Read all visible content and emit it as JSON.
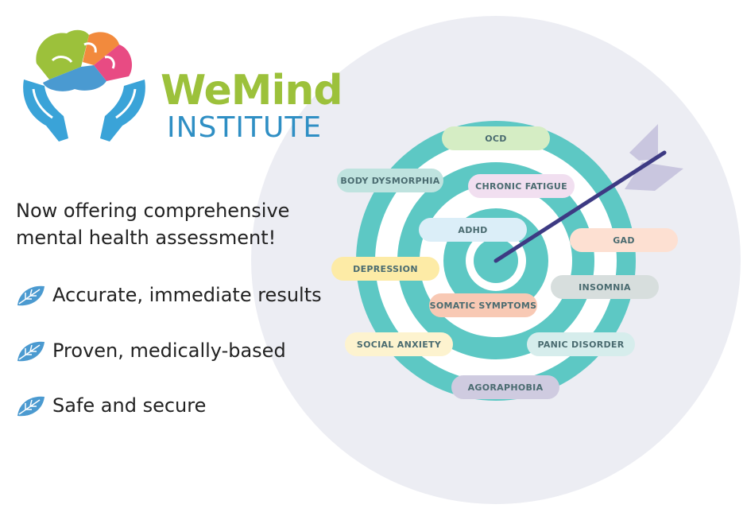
{
  "logo": {
    "name": "WeMind",
    "subtitle": "INSTITUTE"
  },
  "headline": "Now offering comprehensive mental health assessment!",
  "features": [
    {
      "icon": "leaf-icon",
      "text": "Accurate, immediate results"
    },
    {
      "icon": "leaf-icon",
      "text": "Proven, medically-based"
    },
    {
      "icon": "leaf-icon",
      "text": "Safe and secure"
    }
  ],
  "conditions": [
    {
      "label": "OCD",
      "color": "#d5edc4"
    },
    {
      "label": "BODY DYSMORPHIA",
      "color": "#bfe3df"
    },
    {
      "label": "CHRONIC FATIGUE",
      "color": "#f1dff0"
    },
    {
      "label": "ADHD",
      "color": "#dbeef8"
    },
    {
      "label": "GAD",
      "color": "#fde0d2"
    },
    {
      "label": "DEPRESSION",
      "color": "#fdeba6"
    },
    {
      "label": "INSOMNIA",
      "color": "#d7dedd"
    },
    {
      "label": "SOMATIC SYMPTOMS",
      "color": "#f8c9b4"
    },
    {
      "label": "SOCIAL ANXIETY",
      "color": "#fdf3cf"
    },
    {
      "label": "PANIC DISORDER",
      "color": "#d6edec"
    },
    {
      "label": "AGORAPHOBIA",
      "color": "#cfcbe0"
    }
  ],
  "colors": {
    "target_teal": "#5dc8c4",
    "arrow": "#3d3a83",
    "fletching": "#c9c6df",
    "leaf": "#4b9ad0"
  }
}
